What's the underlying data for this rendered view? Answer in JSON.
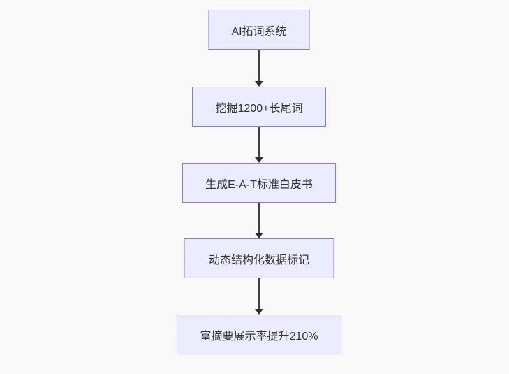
{
  "diagram": {
    "type": "flowchart",
    "direction": "top-down",
    "nodes": [
      {
        "id": "step-1",
        "label": "AI拓词系统"
      },
      {
        "id": "step-2",
        "label": "挖掘1200+长尾词"
      },
      {
        "id": "step-3",
        "label": "生成E-A-T标准白皮书"
      },
      {
        "id": "step-4",
        "label": "动态结构化数据标记"
      },
      {
        "id": "step-5",
        "label": "富摘要展示率提升210%"
      }
    ],
    "edges": [
      {
        "from": "step-1",
        "to": "step-2"
      },
      {
        "from": "step-2",
        "to": "step-3"
      },
      {
        "from": "step-3",
        "to": "step-4"
      },
      {
        "from": "step-4",
        "to": "step-5"
      }
    ],
    "colors": {
      "node_fill": "#ECECFF",
      "node_border": "#9370DB",
      "edge": "#333333",
      "text": "#333333",
      "background": "#F9F9F9"
    }
  }
}
